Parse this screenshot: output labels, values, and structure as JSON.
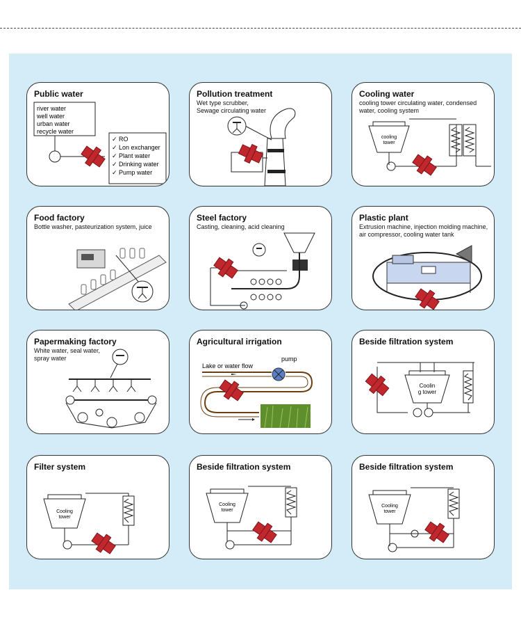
{
  "cards": [
    {
      "title": "Public water",
      "lines": [
        "river water",
        "well water",
        "urban water",
        "recycle water"
      ],
      "uses": [
        "✓  RO",
        "✓  Lon exchanger",
        "✓  Plant water",
        "✓  Drinking water",
        "✓  Pump water"
      ]
    },
    {
      "title": "Pollution treatment",
      "desc": "Wet type scrubber,\nSewage circulating water"
    },
    {
      "title": "Cooling water",
      "desc": "cooling tower circulating water, condensed water, cooling system",
      "tower": "cooling\ntower"
    },
    {
      "title": "Food factory",
      "desc": "Bottle washer, pasteurization system, juice"
    },
    {
      "title": "Steel factory",
      "desc": "Casting, cleaning, acid cleaning"
    },
    {
      "title": "Plastic plant",
      "desc": "Extrusion machine, injection molding machine, air compressor, cooling water tank"
    },
    {
      "title": "Papermaking factory",
      "desc": "White water, seal water,\nspray water"
    },
    {
      "title": "Agricultural irrigation",
      "lake": "Lake or water flow",
      "pump": "pump"
    },
    {
      "title": "Beside filtration system",
      "tower": "Coolin\ng tower"
    },
    {
      "title": "Filter system",
      "tower": "Cooling\ntower"
    },
    {
      "title": "Beside filtration system",
      "tower": "Cooling\ntower"
    },
    {
      "title": "Beside filtration system",
      "tower": "Cooling\ntower"
    }
  ],
  "colors": {
    "panel": "#d3ecf7",
    "filter": "#c0282d",
    "filter_dark": "#7a1418",
    "grass": "#5f8f2c",
    "pump_blue": "#5b7fc4",
    "machine": "#c9d6ef"
  }
}
